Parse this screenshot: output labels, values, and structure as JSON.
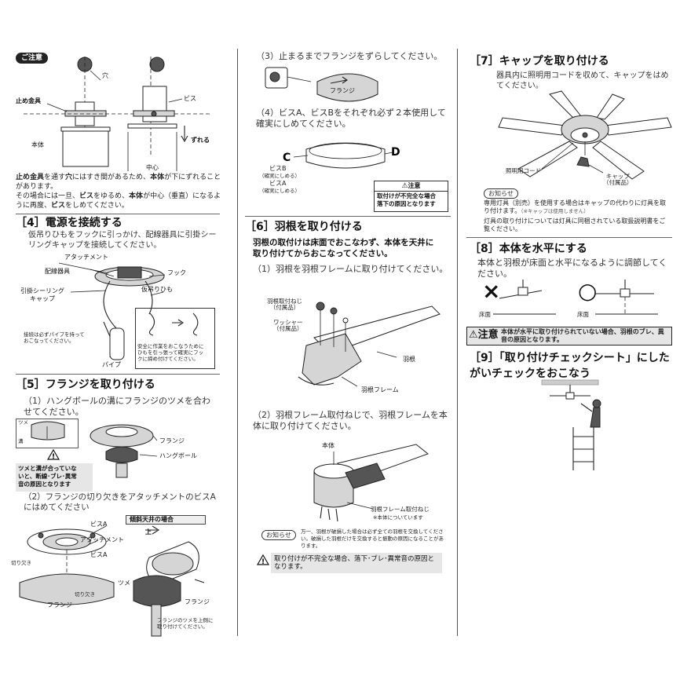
{
  "left": {
    "caution_pill": "ご注意",
    "fig1": {
      "hole": "穴",
      "stopper": "止め金具",
      "screw": "ビス",
      "body": "本体",
      "shift": "ずれる",
      "center": "中心"
    },
    "caution_text": {
      "part1_bold": "止め金具",
      "part2": "を通す",
      "part3_bold": "穴",
      "part4": "にはすき間があるため、",
      "part5_bold": "本体",
      "part6": "が下にずれることがあります。",
      "line3_a": "その場合には一旦、",
      "line3_b_bold": "ビス",
      "line3_c": "をゆるめ、",
      "line3_d_bold": "本体",
      "line3_e": "が中心（垂直）になるように再度、",
      "line3_f_bold": "ビス",
      "line3_g": "をしめてください。"
    },
    "s4": {
      "title": "［4］電源を接続する",
      "desc": "仮吊りひもをフックに引っかけ、配線器具に引掛シーリングキャップを接続してください。",
      "attachment": "アタッチメント",
      "wiring": "配線器具",
      "hook": "フック",
      "ceiling_cap": "引掛シーリング\nキャップ",
      "temp_string": "仮吊りひも",
      "pipe_note": "接続は必ずパイプを持って\nおこなってください。",
      "pipe": "パイプ",
      "safety_note": "安全に作業をおこなうために\nひもを引っ張って確実にフッ\nクに締め付けてください。"
    },
    "s5": {
      "title": "［5］フランジを取り付ける",
      "step1": "（1）ハングボールの溝にフランジのツメを合わせてください。",
      "tsume": "ツメ",
      "groove": "溝",
      "flange": "フランジ",
      "hangball": "ハングボール",
      "warn": "ツメと溝が合っていな\nいと、断線･ブレ･異常\n音の原因となります",
      "step2": "（2）フランジの切り欠きをアタッチメントのビスAにはめてください",
      "slope_label": "傾斜天井の場合",
      "screwA": "ビスA",
      "attachment": "アタッチメント",
      "notch": "切り欠き",
      "flange2": "フランジ",
      "up": "上",
      "tsume2": "ツメ",
      "flange3": "フランジ",
      "slope_note": "フランジのツメを上側に\n取り付けてください。"
    }
  },
  "middle": {
    "step3": "（3）止まるまでフランジをずらしてください。",
    "flange": "フランジ",
    "step4": "（4）ビスA、ビスBをそれぞれ必ず２本使用して確実にしめてください。",
    "screwB": "ビスB",
    "screwB_sub": "（確実にしめる）",
    "screwA": "ビスA",
    "screwA_sub": "（確実にしめる）",
    "warn_title": "注意",
    "warn_text": "取付けが不完全な場合\n落下の原因となります",
    "s6_title": "［6］羽根を取り付ける",
    "s6_desc": "羽根の取付けは床面でおこなわず、本体を天井に取り付けてからおこなってください。",
    "s6_step1": "（1）羽根を羽根フレームに取り付けてください。",
    "blade_screw": "羽根取付ねじ\n（付属品）",
    "washer": "ワッシャー\n（付属品）",
    "blade": "羽根",
    "blade_frame": "羽根フレーム",
    "s6_step2": "（2）羽根フレーム取付ねじで、羽根フレームを本体に取り付けてください。",
    "body": "本体",
    "frame_screw": "羽根フレーム取付ねじ",
    "frame_screw_sub": "※本体についています",
    "notice_pill": "お知らせ",
    "notice_text": "万一、羽根が破損した場合は必ず全ての羽根を交換してください。破損した羽根だけを交換すると振動の原因になることがあります。",
    "bottom_warn": "取り付けが不完全な場合、落下･ブレ･異常音の原因となります。"
  },
  "right": {
    "s7_title": "［7］キャップを取り付ける",
    "s7_desc": "器具内に照明用コードを収めて、キャップをはめてください。",
    "lamp_cord": "照明用コード",
    "cap": "キャップ\n（付属品）",
    "notice_pill": "お知らせ",
    "notice_text1": "専用灯具（別売）を使用する場合はキャップの代わりに灯具を取り付けます。",
    "notice_text1b": "（※キャップは使用しません）",
    "notice_text2": "灯具の取り付けについては灯具に同梱されている取扱説明書をご覧ください。",
    "s8_title": "［8］本体を水平にする",
    "s8_desc": "本体と羽根が床面と水平になるように調節してください。",
    "ng": "×",
    "ok": "○",
    "floor1": "床面",
    "floor2": "床面",
    "caution_word": "注意",
    "caution_text": "本体が水平に取り付けられていない場合、羽根のブレ、異音の原因となります。",
    "s9_title": "［9］「取り付けチェックシート」にしたがいチェックをおこなう"
  }
}
